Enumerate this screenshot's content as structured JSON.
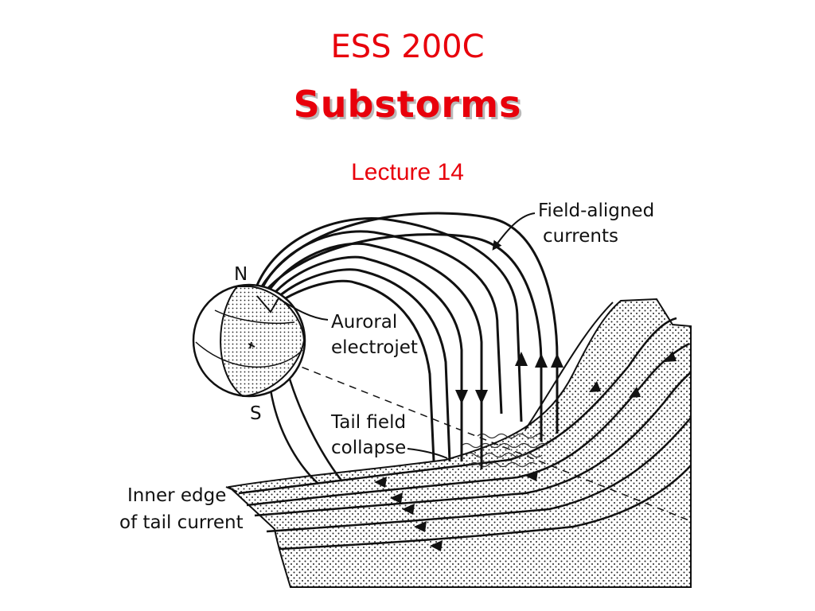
{
  "slide": {
    "course": "ESS 200C",
    "topic": "Substorms",
    "lecture": "Lecture 14"
  },
  "figure": {
    "labels": {
      "north_pole": "N",
      "south_pole": "S",
      "field_aligned_1": "Field-aligned",
      "field_aligned_2": "currents",
      "auroral_1": "Auroral",
      "auroral_2": "electrojet",
      "tail_collapse_1": "Tail field",
      "tail_collapse_2": "collapse",
      "inner_edge_1": "Inner edge",
      "inner_edge_2": "of tail current"
    }
  }
}
